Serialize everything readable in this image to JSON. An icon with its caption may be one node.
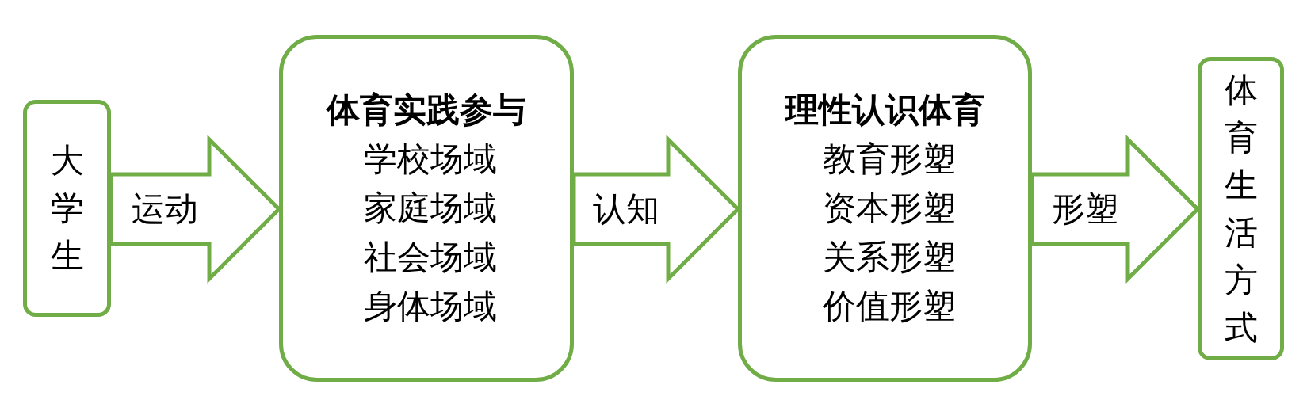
{
  "diagram": {
    "nodes": [
      {
        "text": [
          "大学生"
        ]
      },
      {
        "text": [
          "体育实践参与",
          "学校场域",
          "家庭场域",
          "社会场域",
          "身体场域"
        ]
      },
      {
        "text": [
          "理性认识体育",
          "教育形塑",
          "资本形塑",
          "关系形塑",
          "价值形塑"
        ]
      },
      {
        "text": [
          "体育生活方式"
        ]
      }
    ],
    "edges": [
      {
        "from": 0,
        "to": 1,
        "arrow": "to",
        "label": "运动"
      },
      {
        "from": 1,
        "to": 2,
        "arrow": "to",
        "label": "认知"
      },
      {
        "from": 2,
        "to": 3,
        "arrow": "to",
        "label": "形塑"
      }
    ]
  }
}
